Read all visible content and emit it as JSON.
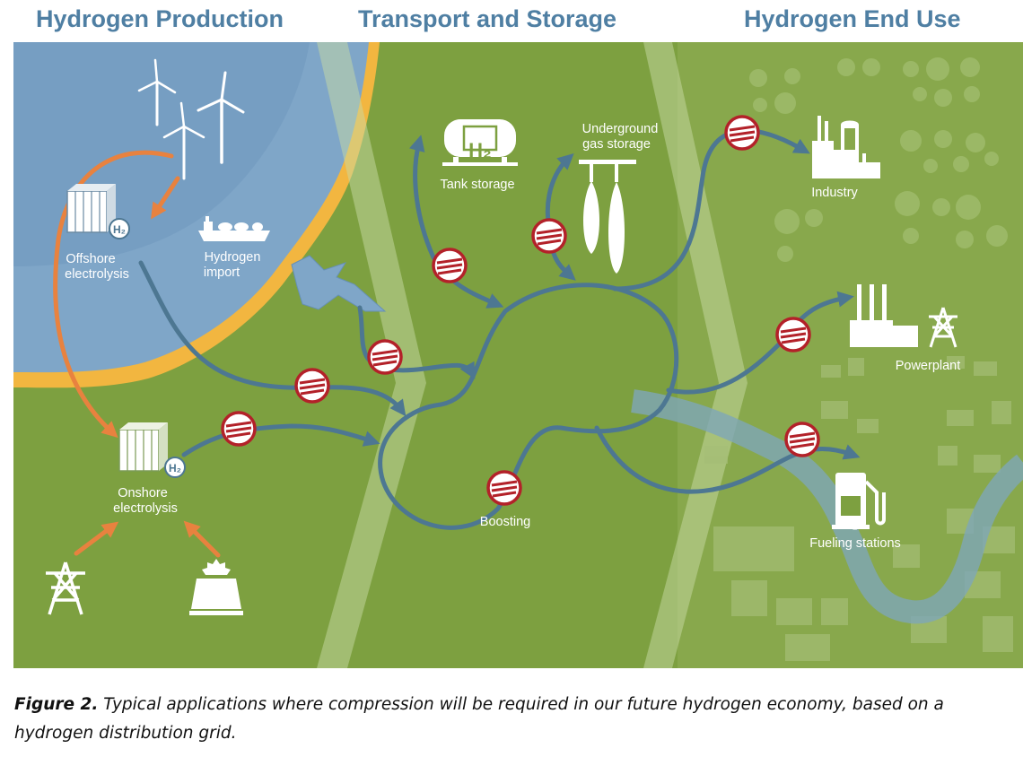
{
  "headers": {
    "production": "Hydrogen Production",
    "transport": "Transport and Storage",
    "end_use": "Hydrogen End Use"
  },
  "labels": {
    "offshore_line1": "Offshore",
    "offshore_line2": "electrolysis",
    "import_line1": "Hydrogen",
    "import_line2": "import",
    "onshore_line1": "Onshore",
    "onshore_line2": "electrolysis",
    "tank_storage": "Tank storage",
    "underground_line1": "Underground",
    "underground_line2": "gas storage",
    "boosting": "Boosting",
    "industry": "Industry",
    "powerplant": "Powerplant",
    "fueling": "Fueling stations",
    "h2_badge": "H₂",
    "h2_tank": "H₂"
  },
  "caption": {
    "figure": "Figure 2.",
    "text": " Typical applications where compression will be required in our future hydrogen economy, based on a hydrogen distribution grid."
  },
  "colors": {
    "land": "#7da040",
    "sea": "#7fa6c8",
    "coast": "#f2b640",
    "pipeline": "#4d7792",
    "feed_arrow": "#e8823f",
    "compressor": "#b32129",
    "header": "#4f7fa3"
  },
  "icons": [
    "wind-turbine-icon",
    "electrolyzer-icon",
    "ship-icon",
    "tank-icon",
    "underground-storage-icon",
    "compressor-icon",
    "factory-icon",
    "powerplant-icon",
    "pylon-icon",
    "solar-icon",
    "fuel-pump-icon"
  ]
}
